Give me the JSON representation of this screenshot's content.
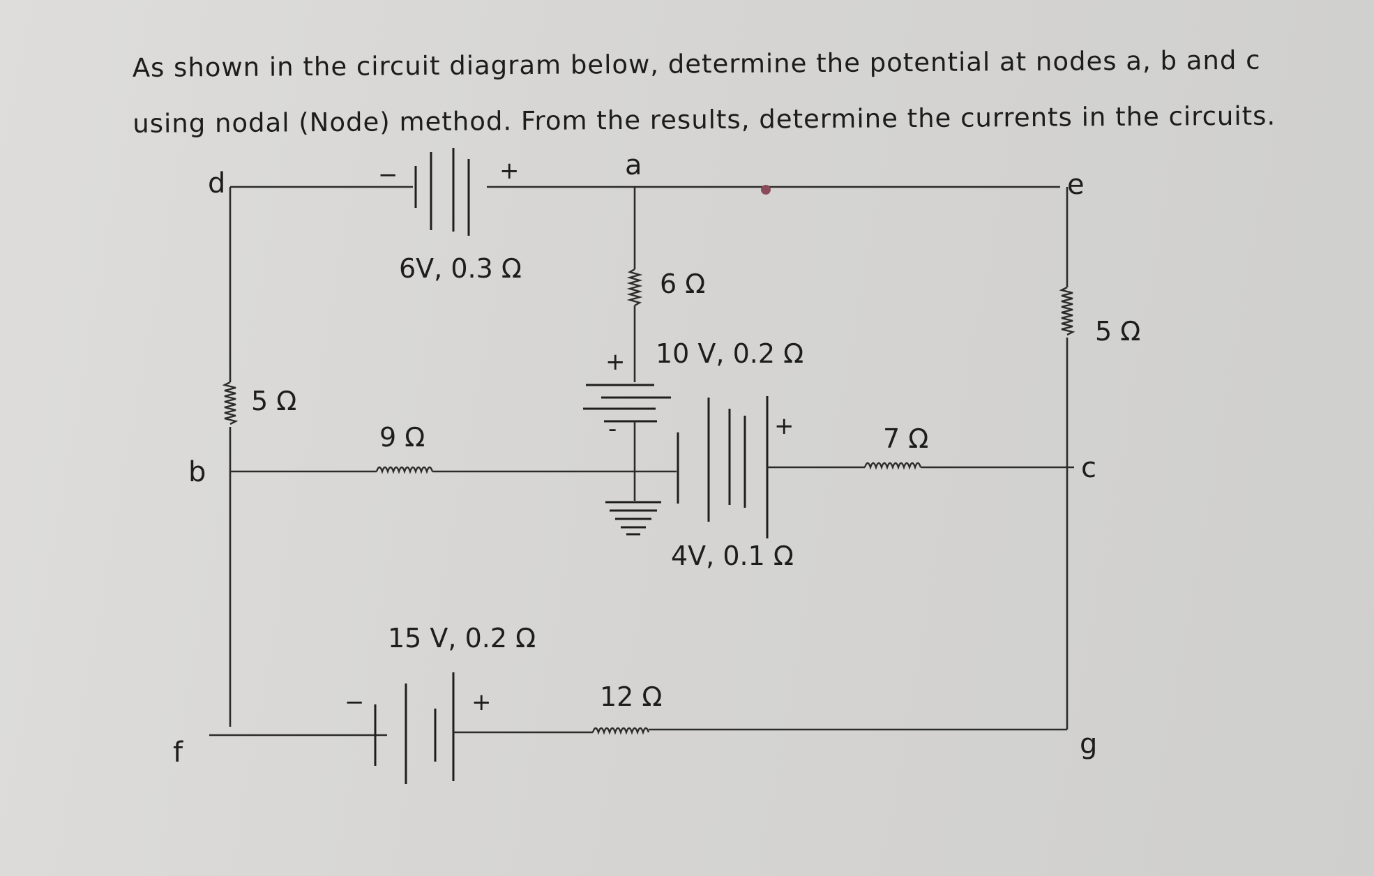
{
  "problem": {
    "line1": "As shown in the circuit diagram below, determine the potential at nodes a, b and c",
    "line2": "using nodal (Node) method. From the results, determine the currents in the circuits."
  },
  "nodes": {
    "a": "a",
    "b": "b",
    "c": "c",
    "d": "d",
    "e": "e",
    "f": "f",
    "g": "g"
  },
  "components": {
    "battery_6v": {
      "label": "6V, 0.3 Ω",
      "minus": "−",
      "plus": "+"
    },
    "resistor_6": {
      "label": "6 Ω"
    },
    "battery_10v": {
      "label": "10 V, 0.2 Ω",
      "plus": "+",
      "minus": "-"
    },
    "battery_4v": {
      "label": "4V, 0.1 Ω",
      "plus": "+"
    },
    "resistor_5_left": {
      "label": "5 Ω"
    },
    "resistor_5_right": {
      "label": "5 Ω"
    },
    "resistor_9": {
      "label": "9 Ω"
    },
    "resistor_7": {
      "label": "7 Ω"
    },
    "battery_15v": {
      "label": "15 V, 0.2 Ω",
      "minus": "−",
      "plus": "+"
    },
    "resistor_12": {
      "label": "12 Ω"
    }
  }
}
